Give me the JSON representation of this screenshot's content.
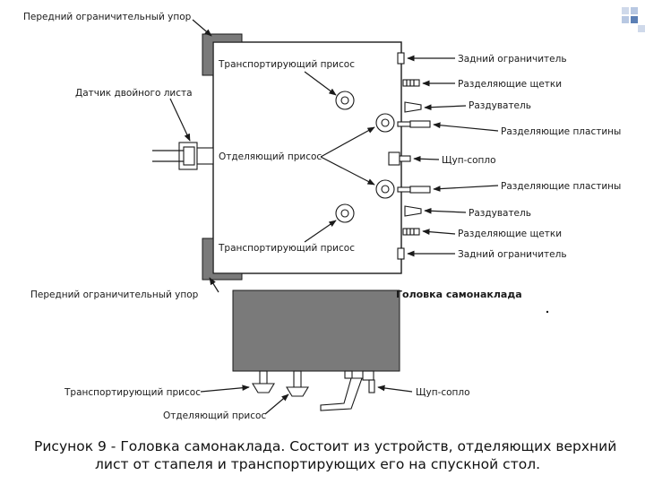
{
  "labels": {
    "front_stop_top": "Передний ограничительный упор",
    "front_stop_bottom": "Передний ограничительный упор",
    "double_sheet_sensor": "Датчик двойного листа",
    "transport_sucker_top": "Транспортирующий присос",
    "separating_sucker": "Отделяющий присос",
    "transport_sucker_bottom": "Транспортирующий присос",
    "rear_limiter_top": "Задний ограничитель",
    "separating_brushes_top": "Разделяющие щетки",
    "blower_top": "Раздуватель",
    "separating_plates_top": "Разделяющие пластины",
    "probe_nozzle_top": "Щуп-сопло",
    "separating_plates_bottom": "Разделяющие пластины",
    "blower_bottom": "Раздуватель",
    "separating_brushes_bottom": "Разделяющие щетки",
    "rear_limiter_bottom": "Задний ограничитель",
    "head_title": "Головка самонаклада",
    "side_transport_sucker": "Транспортирующий присос",
    "side_separating_sucker": "Отделяющий присос",
    "side_probe_nozzle": "Щуп-сопло"
  },
  "caption": {
    "line1": "Рисунок 9 - Головка самонаклада. Состоит из устройств, отделяющих верхний",
    "line2": "лист от стапеля и транспортирующих его на спускной стол."
  },
  "colors": {
    "line": "#1a1a1a",
    "body_fill": "#7a7a7a",
    "deco_blue": "#5b7fb5"
  }
}
